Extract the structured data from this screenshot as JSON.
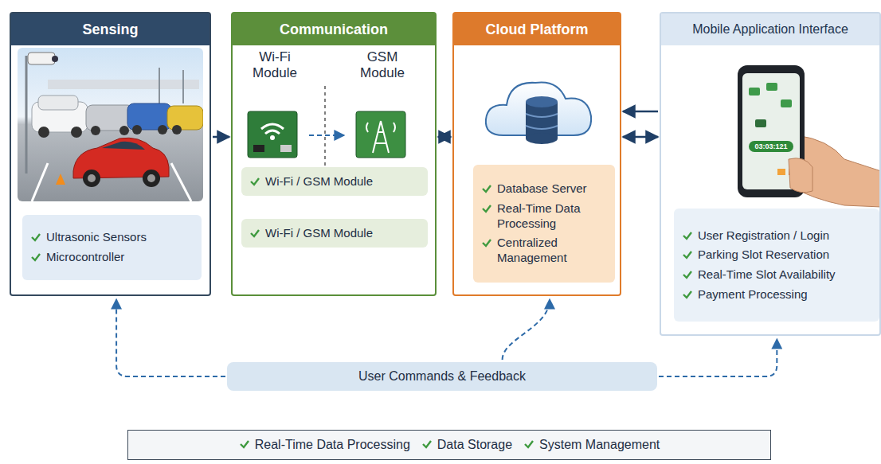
{
  "diagram": {
    "nodes": [
      {
        "text": [
          "Sensing"
        ]
      },
      {
        "text": [
          "Ultrasonic Sensors",
          "Microcontroller"
        ],
        "in": 0
      },
      {
        "text": [
          "Communication"
        ]
      },
      {
        "text": [
          "Wi-Fi Module"
        ],
        "in": 2
      },
      {
        "text": [
          "GSM Module"
        ],
        "in": 2
      },
      {
        "text": [
          "Wi-Fi / GSM Module"
        ],
        "in": 2
      },
      {
        "text": [
          "Wi-Fi / GSM Module"
        ],
        "in": 2
      },
      {
        "text": [
          "Cloud Platform"
        ]
      },
      {
        "text": [
          "Database Server",
          "Real-Time Data Processing",
          "Centralized Management"
        ],
        "in": 7
      },
      {
        "text": [
          "Mobile Application Interface"
        ]
      },
      {
        "text": [
          "User Registration / Login",
          "Parking Slot Reservation",
          "Real-Time Slot Availability",
          "Payment Processing"
        ],
        "in": 9
      },
      {
        "text": [
          "User Commands & Feedback"
        ]
      },
      {
        "text": [
          "Real-Time Data Processing",
          "Data Storage",
          "System Management"
        ]
      }
    ],
    "edges": [
      {
        "from": 0,
        "to": 2,
        "arrow": "to"
      },
      {
        "from": 3,
        "to": 4,
        "arrow": "to"
      },
      {
        "from": 2,
        "to": 7,
        "arrow": "both"
      },
      {
        "from": 9,
        "to": 7,
        "arrow": "to"
      },
      {
        "from": 7,
        "to": 9,
        "arrow": "both"
      },
      {
        "from": 11,
        "to": 0,
        "arrow": "to"
      },
      {
        "from": 11,
        "to": 7,
        "arrow": "to"
      },
      {
        "from": 11,
        "to": 9,
        "arrow": "to"
      }
    ],
    "labels": [
      "03:03:121"
    ]
  }
}
